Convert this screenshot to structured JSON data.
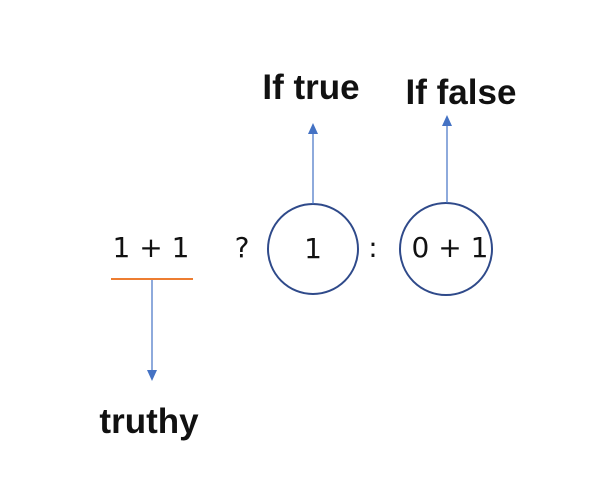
{
  "condition": {
    "expression": "1 + 1",
    "label": "truthy"
  },
  "operators": {
    "question": "?",
    "colon": ":"
  },
  "true_branch": {
    "value": "1",
    "label": "If true"
  },
  "false_branch": {
    "value": "0 + 1",
    "label": "If false"
  },
  "colors": {
    "arrow": "#4472C4",
    "circle": "#2F4A8A",
    "underline": "#ED7D31",
    "text": "#111111"
  }
}
